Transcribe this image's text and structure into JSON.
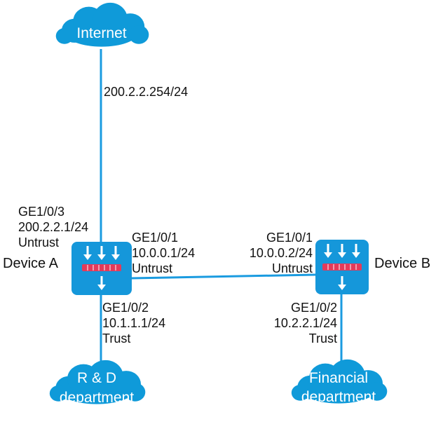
{
  "colors": {
    "link": "#1a9be0",
    "cloud": "#0f9ad9",
    "device": "#1597da",
    "firewall_bar": "#e33a5a",
    "arrow": "#ffffff",
    "text": "#111111"
  },
  "icons": {
    "cloud": "cloud-icon",
    "firewall": "firewall-icon",
    "arrow": "down-arrow-icon"
  },
  "internet": {
    "label": "Internet",
    "ip": "200.2.2.254/24"
  },
  "device_a": {
    "name": "Device A",
    "ge3": {
      "port": "GE1/0/3",
      "ip": "200.2.2.1/24",
      "zone": "Untrust"
    },
    "ge1": {
      "port": "GE1/0/1",
      "ip": "10.0.0.1/24",
      "zone": "Untrust"
    },
    "ge2": {
      "port": "GE1/0/2",
      "ip": "10.1.1.1/24",
      "zone": "Trust"
    }
  },
  "device_b": {
    "name": "Device B",
    "ge1": {
      "port": "GE1/0/1",
      "ip": "10.0.0.2/24",
      "zone": "Untrust"
    },
    "ge2": {
      "port": "GE1/0/2",
      "ip": "10.2.2.1/24",
      "zone": "Trust"
    }
  },
  "rd": {
    "line1": "R & D",
    "line2": "department"
  },
  "fin": {
    "line1": "Financial",
    "line2": "department"
  }
}
